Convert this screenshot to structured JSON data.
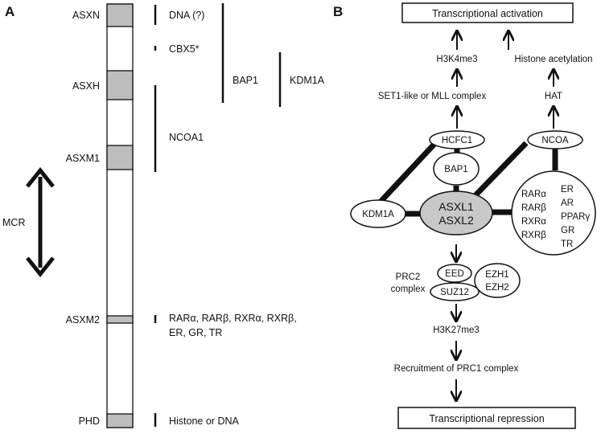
{
  "panel_a": {
    "letter": "A",
    "domains": [
      {
        "id": "asxn",
        "label": "ASXN"
      },
      {
        "id": "asxh",
        "label": "ASXH"
      },
      {
        "id": "asxm1",
        "label": "ASXM1"
      },
      {
        "id": "asxm2",
        "label": "ASXM2"
      },
      {
        "id": "phd",
        "label": "PHD"
      }
    ],
    "mcr_label": "MCR",
    "interactors": {
      "dna": "DNA (?)",
      "cbx5": "CBX5*",
      "bap1": "BAP1",
      "kdm1a": "KDM1A",
      "ncoa1": "NCOA1",
      "receptors_line1": "RARα, RARβ, RXRα, RXRβ,",
      "receptors_line2": "ER, GR, TR",
      "histone_dna": "Histone or DNA"
    }
  },
  "panel_b": {
    "letter": "B",
    "activation_box": "Transcriptional activation",
    "repression_box": "Transcriptional repression",
    "h3k4me3": "H3K4me3",
    "histone_acetylation": "Histone acetylation",
    "set1_complex": "SET1-like or MLL complex",
    "hat": "HAT",
    "hcfc1": "HCFC1",
    "ncoa": "NCOA",
    "bap1": "BAP1",
    "kdm1a": "KDM1A",
    "asxl1": "ASXL1",
    "asxl2": "ASXL2",
    "receptors_left": [
      "RARα",
      "RARβ",
      "RXRα",
      "RXRβ"
    ],
    "receptors_right": [
      "ER",
      "AR",
      "PPARγ",
      "GR",
      "TR"
    ],
    "prc2_line1": "PRC2",
    "prc2_line2": "complex",
    "eed": "EED",
    "suz12": "SUZ12",
    "ezh1": "EZH1",
    "ezh2": "EZH2",
    "h3k27me3": "H3K27me3",
    "prc1_recruitment": "Recruitment of PRC1 complex",
    "colors": {
      "domain_fill": "#bdbdbd",
      "asxl_fill": "#c8c8c8",
      "line": "#111111"
    }
  }
}
